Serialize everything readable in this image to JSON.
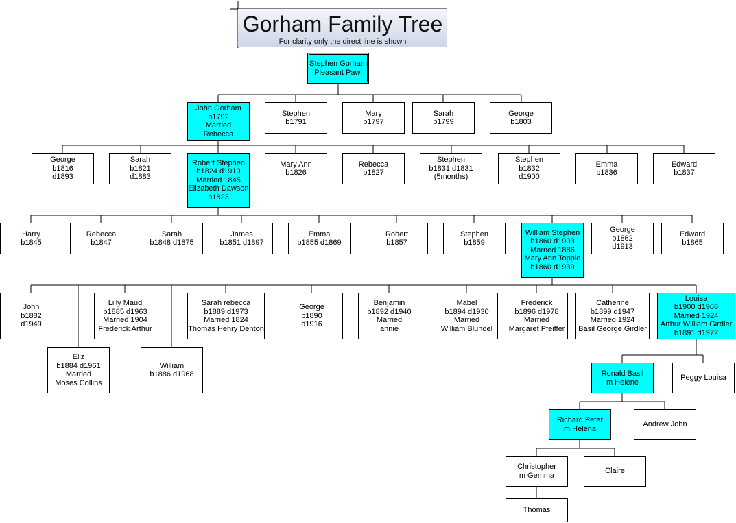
{
  "title": "Gorham Family Tree",
  "subtitle": "For clarity only the direct line is shown",
  "colors": {
    "direct_line": "#00ffff",
    "line": "#000000"
  },
  "people": {
    "root": [
      "Stephen Gorham",
      "Pleasant Pawl"
    ],
    "g1_john": [
      "John Gorham",
      "b1792",
      "Married",
      "Rebecca"
    ],
    "g1_stephen": [
      "Stephen",
      "b1791"
    ],
    "g1_mary": [
      "Mary",
      "b1797"
    ],
    "g1_sarah": [
      "Sarah",
      "b1799"
    ],
    "g1_george": [
      "George",
      "b1803"
    ],
    "g2_george": [
      "George",
      "b1816",
      "d1893"
    ],
    "g2_sarah": [
      "Sarah",
      "b1821",
      "d1883"
    ],
    "g2_robert": [
      "Robert Stephen",
      "b1824 d1910",
      "Married 1845",
      "Elizabeth Dawson",
      "b1823"
    ],
    "g2_maryann": [
      "Mary Ann",
      "b1826"
    ],
    "g2_rebecca": [
      "Rebecca",
      "b1827"
    ],
    "g2_stephen1": [
      "Stephen",
      "b1831 d1831",
      "(5months)"
    ],
    "g2_stephen2": [
      "Stephen",
      "b1832",
      "d1900"
    ],
    "g2_emma": [
      "Emma",
      "b1836"
    ],
    "g2_edward": [
      "Edward",
      "b1837"
    ],
    "g3_harry": [
      "Harry",
      "b1845"
    ],
    "g3_rebecca": [
      "Rebecca",
      "b1847"
    ],
    "g3_sarah": [
      "Sarah",
      "b1848 d1875"
    ],
    "g3_james": [
      "James",
      "b1851 d1897"
    ],
    "g3_emma": [
      "Emma",
      "b1855 d1869"
    ],
    "g3_robert": [
      "Robert",
      "b1857"
    ],
    "g3_stephen": [
      "Stephen",
      "b1859"
    ],
    "g3_william": [
      "William Stephen",
      "b1860 d1903",
      "Married 1886",
      "Mary Ann Topple",
      "b1860 d1939"
    ],
    "g3_george": [
      "George",
      "b1862",
      "d1913"
    ],
    "g3_edward": [
      "Edward",
      "b1865"
    ],
    "g4_john": [
      "John",
      "b1882",
      "d1949"
    ],
    "g4_eliz": [
      "Eliz",
      "b1884 d1961",
      "Married",
      "Moses Collins"
    ],
    "g4_lilly": [
      "Lilly Maud",
      "b1885 d1963",
      "Married 1904",
      "Frederick Arthur"
    ],
    "g4_william": [
      "William",
      "b1886 d1968"
    ],
    "g4_sarah": [
      "Sarah rebecca",
      "b1889 d1973",
      "Married 1824",
      "Thomas Henry Denton"
    ],
    "g4_george": [
      "George",
      "b1890",
      "d1916"
    ],
    "g4_benjamin": [
      "Benjamin",
      "b1892 d1940",
      "Married",
      "annie"
    ],
    "g4_mabel": [
      "Mabel",
      "b1894 d1930",
      "Married",
      "William Blundel"
    ],
    "g4_frederick": [
      "Frederick",
      "b1896 d1978",
      "Married",
      "Margaret Pfeiffer"
    ],
    "g4_catherine": [
      "Catherine",
      "b1899 d1947",
      "Married 1924",
      "Basil George Girdler"
    ],
    "g4_louisa": [
      "Louisa",
      "b1900 d1968",
      "Married 1924",
      "Arthur William Girdler",
      "b1891 d1972"
    ],
    "g5_ronald": [
      "Ronald Basil",
      "m Helene"
    ],
    "g5_peggy": [
      "Peggy Louisa"
    ],
    "g6_richard": [
      "Richard Peter",
      "m Helena"
    ],
    "g6_andrew": [
      "Andrew John"
    ],
    "g7_christopher": [
      "Christopher",
      "m Gemma"
    ],
    "g7_claire": [
      "Claire"
    ],
    "g8_thomas": [
      "Thomas"
    ]
  }
}
